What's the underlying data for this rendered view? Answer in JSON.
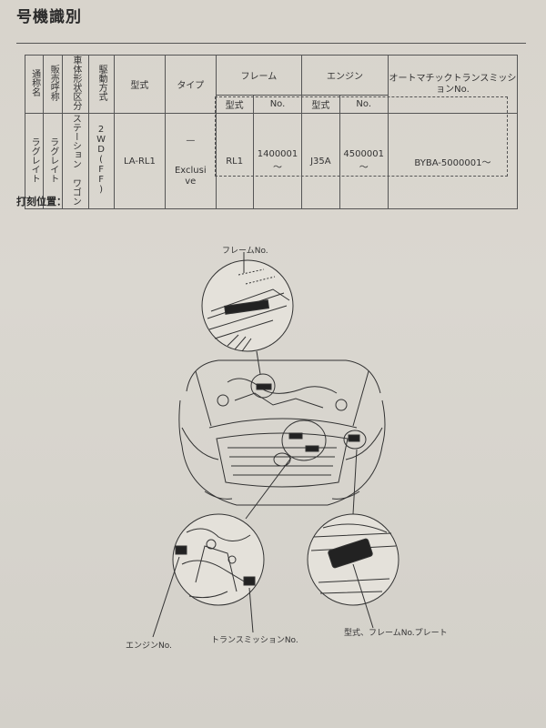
{
  "header": {
    "title": "号機識別"
  },
  "table": {
    "col_headers": {
      "common_name": "通称名",
      "sales_name": "販売呼称",
      "body_type": "車体形状区分",
      "drive": "駆動方式",
      "model": "型式",
      "type": "タイプ",
      "frame": "フレーム",
      "engine": "エンジン",
      "at": "オートマチックトランスミッションNo.",
      "sub_model": "型式",
      "sub_no": "No."
    },
    "row": {
      "common_name": "ラグレイト",
      "sales_name": "ラグレイト",
      "body_type": "ステーション ワゴン",
      "drive": "2WD(FF)",
      "model": "LA-RL1",
      "type_top": "—",
      "type_bottom": "Exclusive",
      "frame_model": "RL1",
      "frame_no": "1400001～",
      "engine_model": "J35A",
      "engine_no": "4500001～",
      "at_no": "BYBA-5000001～"
    }
  },
  "section": {
    "stamp_position_label": "打刻位置："
  },
  "diagram": {
    "frame_no_label": "フレームNo.",
    "engine_no_label": "エンジンNo.",
    "transmission_no_label": "トランスミッションNo.",
    "plate_label": "型式、フレームNo.プレート"
  }
}
